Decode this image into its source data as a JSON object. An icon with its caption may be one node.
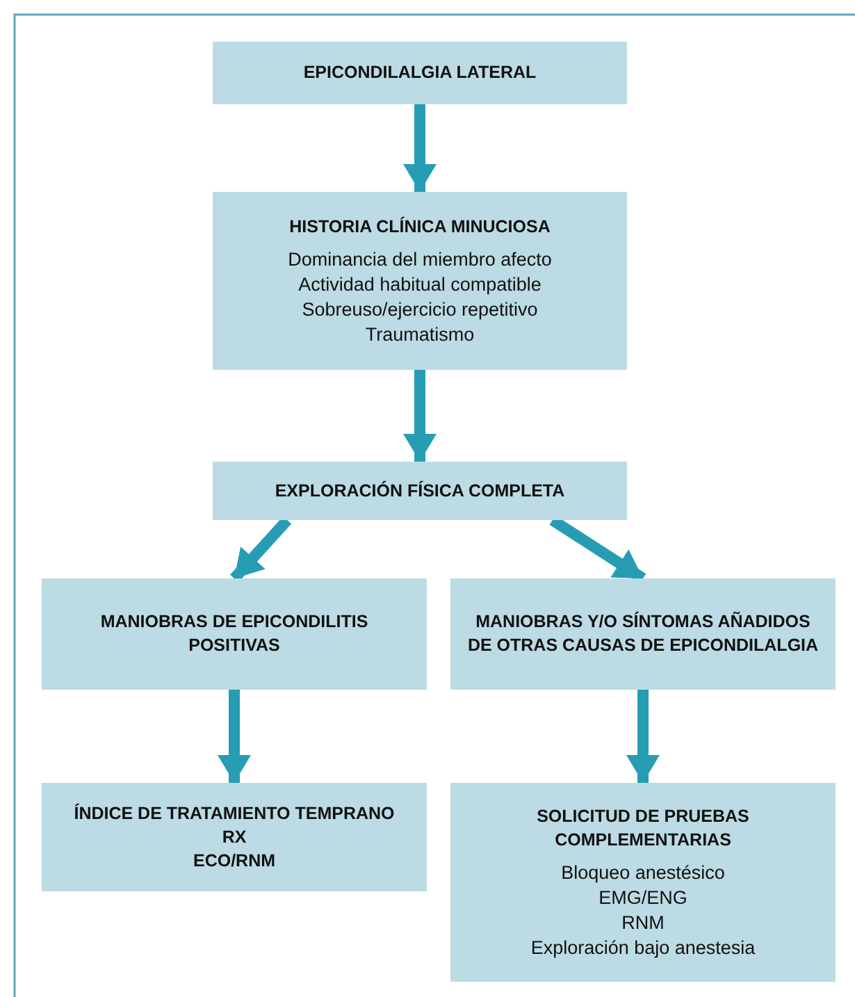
{
  "diagram": {
    "nodes": [
      {
        "text": [
          "EPICONDILALGIA LATERAL"
        ]
      },
      {
        "text": [
          "HISTORIA CLÍNICA MINUCIOSA",
          "Dominancia del miembro afecto",
          "Actividad habitual compatible",
          "Sobreuso/ejercicio repetitivo",
          "Traumatismo"
        ]
      },
      {
        "text": [
          "EXPLORACIÓN FÍSICA COMPLETA"
        ]
      },
      {
        "text": [
          "MANIOBRAS DE EPICONDILITIS POSITIVAS"
        ]
      },
      {
        "text": [
          "MANIOBRAS Y/O SÍNTOMAS AÑADIDOS DE OTRAS CAUSAS DE EPICONDILALGIA"
        ]
      },
      {
        "text": [
          "ÍNDICE DE TRATAMIENTO TEMPRANO",
          "RX",
          "ECO/RNM"
        ]
      },
      {
        "text": [
          "SOLICITUD DE PRUEBAS COMPLEMENTARIAS",
          "Bloqueo anestésico",
          "EMG/ENG",
          "RNM",
          "Exploración bajo anestesia"
        ]
      }
    ],
    "edges": [
      {
        "from": 0,
        "to": 1,
        "arrow": "to"
      },
      {
        "from": 1,
        "to": 2,
        "arrow": "to"
      },
      {
        "from": 2,
        "to": 3,
        "arrow": "to"
      },
      {
        "from": 2,
        "to": 4,
        "arrow": "to"
      },
      {
        "from": 3,
        "to": 5,
        "arrow": "to"
      },
      {
        "from": 4,
        "to": 6,
        "arrow": "to"
      }
    ]
  }
}
